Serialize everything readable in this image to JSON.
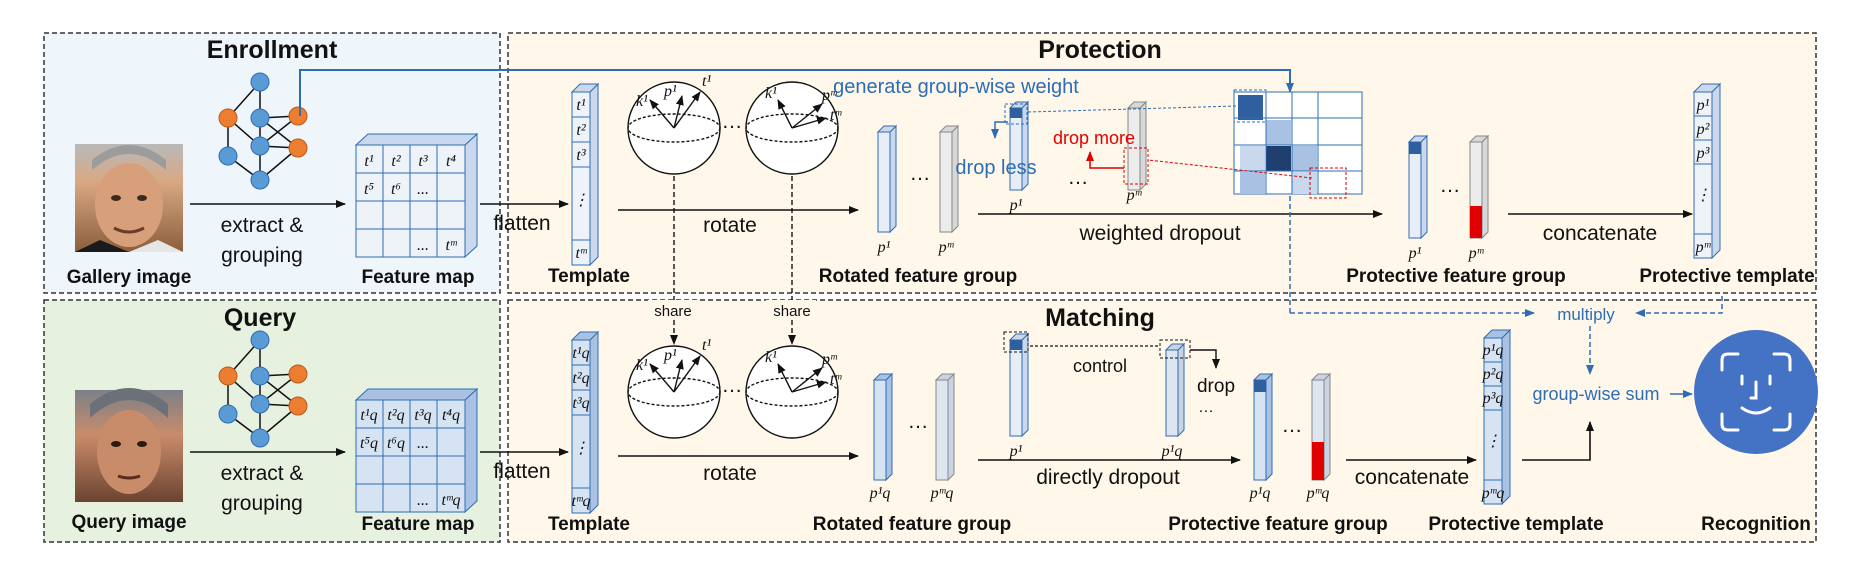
{
  "panels": {
    "enrollment": "Enrollment",
    "query": "Query",
    "protection": "Protection",
    "matching": "Matching"
  },
  "top": {
    "gallery_caption": "Gallery image",
    "extract_line1": "extract &",
    "extract_line2": "grouping",
    "feature_map_caption": "Feature map",
    "flatten": "flatten",
    "template_caption": "Template",
    "rotate": "rotate",
    "rotated_caption": "Rotated feature group",
    "generate_weight": "generate group-wise weight",
    "drop_less": "drop less",
    "drop_more": "drop more",
    "weighted_dropout": "weighted dropout",
    "protective_group_caption": "Protective feature group",
    "concatenate": "concatenate",
    "protective_template_caption": "Protective template",
    "ellipsis": "…",
    "grid_cells": [
      "t¹",
      "t²",
      "t³",
      "t⁴",
      "t⁵",
      "t⁶",
      "...",
      "tᵐ"
    ],
    "template_cells": [
      "t¹",
      "t²",
      "t³",
      "⋮",
      "tᵐ"
    ],
    "sphere_labels": [
      "k¹",
      "p¹",
      "t¹",
      "k¹",
      "pᵐ",
      "tᵐ"
    ],
    "group_labels": [
      "p¹",
      "pᵐ",
      "p¹",
      "pᵐ",
      "p¹",
      "pᵐ"
    ],
    "prot_template_cells": [
      "p¹",
      "p²",
      "p³",
      "⋮",
      "pᵐ"
    ]
  },
  "bottom": {
    "query_caption": "Query image",
    "extract_line1": "extract &",
    "extract_line2": "grouping",
    "feature_map_caption": "Feature map",
    "flatten": "flatten",
    "template_caption": "Template",
    "share1": "share",
    "share2": "share",
    "rotate": "rotate",
    "rotated_caption": "Rotated feature group",
    "control": "control",
    "drop": "drop",
    "directly_dropout": "directly dropout",
    "protective_group_caption": "Protective feature group",
    "concatenate": "concatenate",
    "protective_template_caption": "Protective template",
    "multiply": "multiply",
    "group_wise_sum": "group-wise sum",
    "recognition_caption": "Recognition",
    "ellipsis": "…",
    "grid_cells": [
      "t¹q",
      "t²q",
      "t³q",
      "t⁴q",
      "t⁵q",
      "t⁶q",
      "...",
      "tᵐq"
    ],
    "template_cells": [
      "t¹q",
      "t²q",
      "t³q",
      "⋮",
      "tᵐq"
    ],
    "group_labels": [
      "p¹q",
      "pᵐq",
      "p¹",
      "p¹q",
      "p¹q",
      "pᵐq"
    ],
    "prot_template_cells": [
      "p¹q",
      "p²q",
      "p³q",
      "⋮",
      "pᵐq"
    ]
  },
  "colors": {
    "enroll_bg": "#eef5fb",
    "query_bg": "#e7f1df",
    "protect_bg": "#fff8ea",
    "bar_blue": "#d6e3f3",
    "bar_gray": "#e6e6e6",
    "dark_blue": "#2f5f9e",
    "mid_blue": "#a9c2e3",
    "accent_blue": "#2e6db4",
    "red": "#e00000",
    "node_blue": "#5b9bd5",
    "node_orange": "#ed7d31"
  }
}
